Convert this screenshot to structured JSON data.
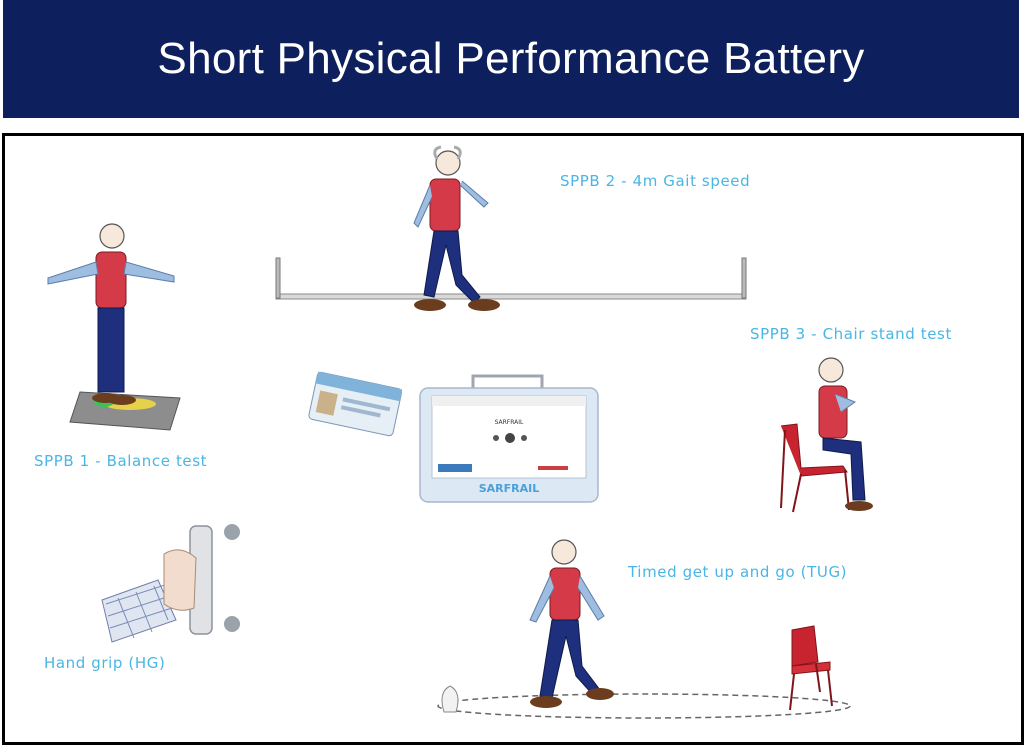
{
  "header": {
    "title": "Short Physical Performance Battery"
  },
  "labels": {
    "gait": "SPPB 2 - 4m Gait speed",
    "chair": "SPPB 3 - Chair stand test",
    "balance": "SPPB 1 - Balance test",
    "tug": "Timed get up and go (TUG)",
    "grip": "Hand grip (HG)"
  },
  "device": {
    "brand": "SARFRAIL",
    "screen_title": "SARFRAIL"
  },
  "colors": {
    "header_bg": "#0d1f5c",
    "label": "#49b6e3",
    "vest": "#d43a48",
    "trousers": "#1e2f7e",
    "chair": "#c8242f"
  }
}
